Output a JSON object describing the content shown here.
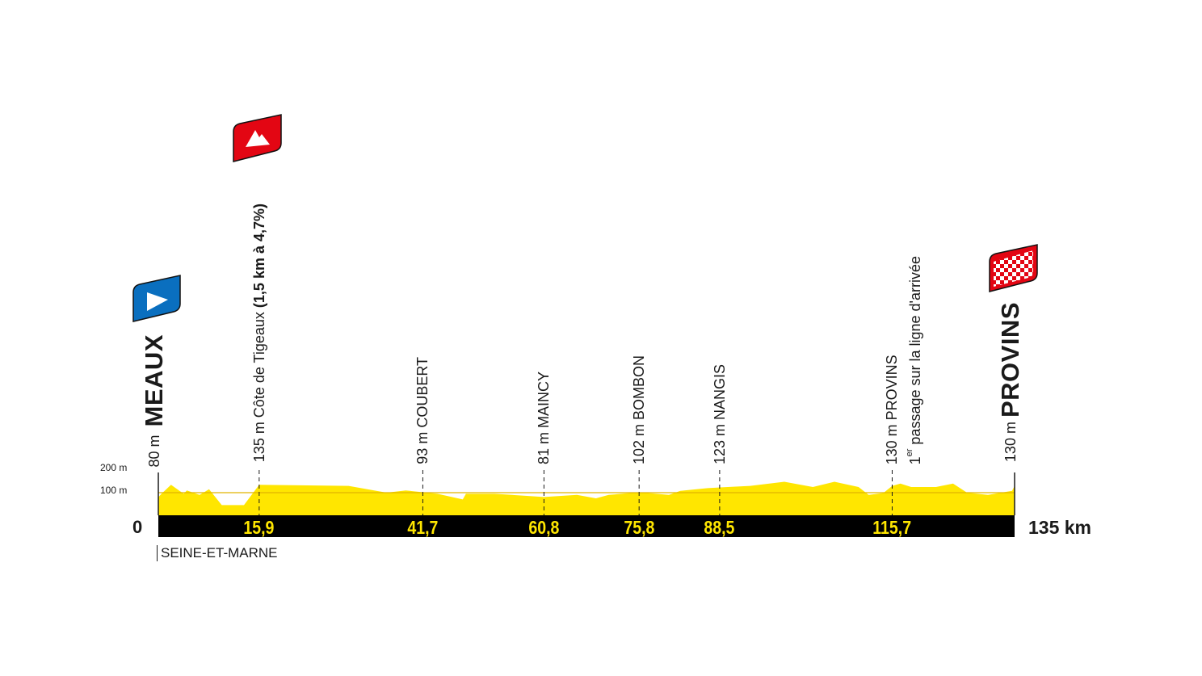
{
  "chart_data": {
    "type": "area",
    "title": "",
    "xlabel": "",
    "ylabel": "",
    "xlim": [
      0,
      135
    ],
    "ylim": [
      0,
      200
    ],
    "y_ticks": [
      "100 m",
      "200 m"
    ],
    "x_start_label": "0",
    "x_end_label": "135 km",
    "fill_color": "#ffe600",
    "bar_color": "#000000",
    "elevation": [
      [
        0,
        80
      ],
      [
        0.5,
        95
      ],
      [
        2,
        135
      ],
      [
        4,
        95
      ],
      [
        4.5,
        110
      ],
      [
        6.5,
        90
      ],
      [
        8,
        115
      ],
      [
        10,
        45
      ],
      [
        13.5,
        45
      ],
      [
        15.9,
        135
      ],
      [
        30,
        130
      ],
      [
        36,
        100
      ],
      [
        39,
        110
      ],
      [
        44,
        95
      ],
      [
        48,
        70
      ],
      [
        48.5,
        95
      ],
      [
        53,
        95
      ],
      [
        60.8,
        81
      ],
      [
        66,
        90
      ],
      [
        69,
        75
      ],
      [
        71,
        90
      ],
      [
        75.8,
        102
      ],
      [
        80.5,
        90
      ],
      [
        82.3,
        108
      ],
      [
        86.6,
        120
      ],
      [
        88.5,
        123
      ],
      [
        93.3,
        130
      ],
      [
        98.7,
        148
      ],
      [
        103.2,
        125
      ],
      [
        106.6,
        148
      ],
      [
        110.4,
        125
      ],
      [
        112,
        90
      ],
      [
        114.3,
        98
      ],
      [
        115.7,
        130
      ],
      [
        117,
        140
      ],
      [
        118.7,
        125
      ],
      [
        122.6,
        125
      ],
      [
        125.3,
        140
      ],
      [
        127.5,
        100
      ],
      [
        130.8,
        90
      ],
      [
        134.6,
        108
      ],
      [
        135,
        130
      ]
    ],
    "start": {
      "km": 0,
      "altitude": "80 m",
      "name": "MEAUX",
      "icon": "start-flag-icon",
      "color": "#0a6fbf"
    },
    "finish": {
      "km": 135,
      "altitude": "130 m",
      "name": "PROVINS",
      "icon": "finish-checkered-flag-icon",
      "color": "#e30613"
    },
    "waypoints": [
      {
        "km": 15.9,
        "km_label": "15,9",
        "text": "135 m Côte de Tigeaux",
        "bold": "(1,5 km à 4,7%)",
        "icon": "mountain-climb-flag-icon",
        "color": "#e30613"
      },
      {
        "km": 41.7,
        "km_label": "41,7",
        "text": "93 m COUBERT"
      },
      {
        "km": 60.8,
        "km_label": "60,8",
        "text": "81 m MAINCY"
      },
      {
        "km": 75.8,
        "km_label": "75,8",
        "text": "102 m BOMBON"
      },
      {
        "km": 88.5,
        "km_label": "88,5",
        "text": "123 m NANGIS"
      },
      {
        "km": 115.7,
        "km_label": "115,7",
        "text": "130 m PROVINS",
        "note_sup_prefix": "1",
        "note_sup": "er",
        "note": " passage sur la ligne d'arrivée"
      }
    ],
    "region": "SEINE-ET-MARNE"
  }
}
